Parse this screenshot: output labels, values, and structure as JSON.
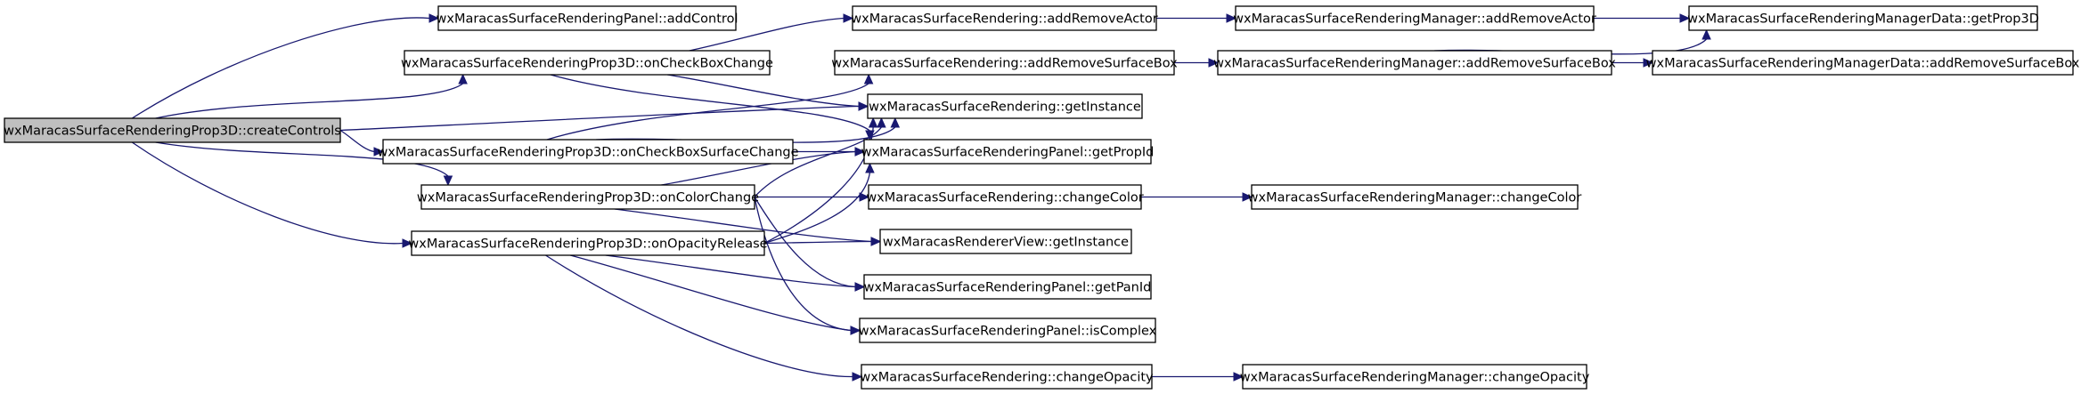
{
  "graph": {
    "edge_color": "#191970",
    "root_fill": "#bfbfbf",
    "nodes": [
      {
        "id": "createControls",
        "label": "wxMaracasSurfaceRenderingProp3D::createControls",
        "root": true
      },
      {
        "id": "panelAddControl",
        "label": "wxMaracasSurfaceRenderingPanel::addControl"
      },
      {
        "id": "onCheckBoxChange",
        "label": "wxMaracasSurfaceRenderingProp3D::onCheckBoxChange"
      },
      {
        "id": "renderingAddRemoveActor",
        "label": "wxMaracasSurfaceRendering::addRemoveActor"
      },
      {
        "id": "managerAddRemoveActor",
        "label": "wxMaracasSurfaceRenderingManager::addRemoveActor"
      },
      {
        "id": "managerDataGetProp3D",
        "label": "wxMaracasSurfaceRenderingManagerData::getProp3D"
      },
      {
        "id": "renderingAddRemoveSurfaceBox",
        "label": "wxMaracasSurfaceRendering::addRemoveSurfaceBox"
      },
      {
        "id": "managerAddRemoveSurfaceBox",
        "label": "wxMaracasSurfaceRenderingManager::addRemoveSurfaceBox"
      },
      {
        "id": "managerDataAddRemoveSurfaceBox",
        "label": "wxMaracasSurfaceRenderingManagerData::addRemoveSurfaceBox"
      },
      {
        "id": "renderingGetInstance",
        "label": "wxMaracasSurfaceRendering::getInstance"
      },
      {
        "id": "onCheckBoxSurfaceChange",
        "label": "wxMaracasSurfaceRenderingProp3D::onCheckBoxSurfaceChange"
      },
      {
        "id": "panelGetPropId",
        "label": "wxMaracasSurfaceRenderingPanel::getPropId"
      },
      {
        "id": "onColorChange",
        "label": "wxMaracasSurfaceRenderingProp3D::onColorChange"
      },
      {
        "id": "renderingChangeColor",
        "label": "wxMaracasSurfaceRendering::changeColor"
      },
      {
        "id": "managerChangeColor",
        "label": "wxMaracasSurfaceRenderingManager::changeColor"
      },
      {
        "id": "onOpacityRelease",
        "label": "wxMaracasSurfaceRenderingProp3D::onOpacityRelease"
      },
      {
        "id": "rendererViewGetInstance",
        "label": "wxMaracasRendererView::getInstance"
      },
      {
        "id": "panelGetPanId",
        "label": "wxMaracasSurfaceRenderingPanel::getPanId"
      },
      {
        "id": "panelIsComplex",
        "label": "wxMaracasSurfaceRenderingPanel::isComplex"
      },
      {
        "id": "renderingChangeOpacity",
        "label": "wxMaracasSurfaceRendering::changeOpacity"
      },
      {
        "id": "managerChangeOpacity",
        "label": "wxMaracasSurfaceRenderingManager::changeOpacity"
      }
    ],
    "edges": [
      [
        "createControls",
        "panelAddControl"
      ],
      [
        "createControls",
        "onCheckBoxChange"
      ],
      [
        "createControls",
        "renderingGetInstance"
      ],
      [
        "createControls",
        "onCheckBoxSurfaceChange"
      ],
      [
        "createControls",
        "onColorChange"
      ],
      [
        "createControls",
        "onOpacityRelease"
      ],
      [
        "onCheckBoxChange",
        "renderingAddRemoveActor"
      ],
      [
        "onCheckBoxChange",
        "renderingGetInstance"
      ],
      [
        "onCheckBoxChange",
        "panelGetPropId"
      ],
      [
        "renderingAddRemoveActor",
        "managerAddRemoveActor"
      ],
      [
        "managerAddRemoveActor",
        "managerDataGetProp3D"
      ],
      [
        "renderingAddRemoveSurfaceBox",
        "managerAddRemoveSurfaceBox"
      ],
      [
        "managerAddRemoveSurfaceBox",
        "managerDataGetProp3D"
      ],
      [
        "managerAddRemoveSurfaceBox",
        "managerDataAddRemoveSurfaceBox"
      ],
      [
        "onCheckBoxSurfaceChange",
        "renderingAddRemoveSurfaceBox"
      ],
      [
        "onCheckBoxSurfaceChange",
        "renderingGetInstance"
      ],
      [
        "onCheckBoxSurfaceChange",
        "panelGetPropId"
      ],
      [
        "onColorChange",
        "renderingGetInstance"
      ],
      [
        "onColorChange",
        "panelGetPropId"
      ],
      [
        "onColorChange",
        "renderingChangeColor"
      ],
      [
        "onColorChange",
        "rendererViewGetInstance"
      ],
      [
        "onColorChange",
        "panelGetPanId"
      ],
      [
        "onColorChange",
        "panelIsComplex"
      ],
      [
        "renderingChangeColor",
        "managerChangeColor"
      ],
      [
        "onOpacityRelease",
        "renderingGetInstance"
      ],
      [
        "onOpacityRelease",
        "panelGetPropId"
      ],
      [
        "onOpacityRelease",
        "rendererViewGetInstance"
      ],
      [
        "onOpacityRelease",
        "panelGetPanId"
      ],
      [
        "onOpacityRelease",
        "panelIsComplex"
      ],
      [
        "onOpacityRelease",
        "renderingChangeOpacity"
      ],
      [
        "renderingChangeOpacity",
        "managerChangeOpacity"
      ]
    ]
  }
}
